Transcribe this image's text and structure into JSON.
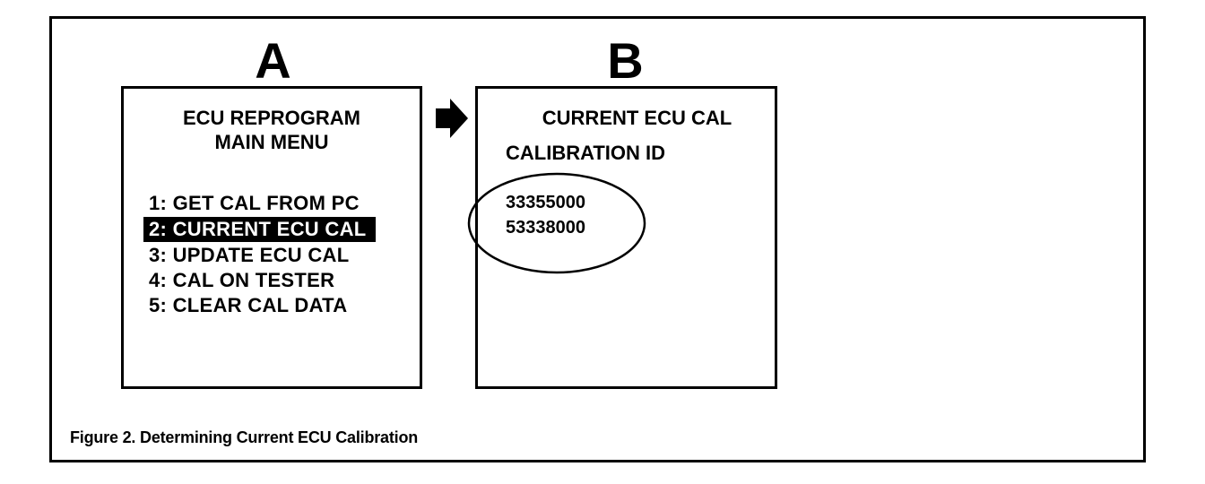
{
  "panel_a": {
    "letter": "A",
    "title_line1": "ECU REPROGRAM",
    "title_line2": "MAIN MENU",
    "menu_items": [
      "1: GET CAL FROM PC",
      "2: CURRENT ECU CAL",
      "3: UPDATE ECU CAL",
      "4: CAL ON TESTER",
      "5: CLEAR CAL DATA"
    ],
    "selected_index": 1
  },
  "panel_b": {
    "letter": "B",
    "title": "CURRENT ECU CAL",
    "label": "CALIBRATION ID",
    "ids": [
      "33355000",
      "53338000"
    ]
  },
  "arrow_icon": "right-arrow-icon",
  "caption": "Figure 2. Determining Current ECU Calibration",
  "colors": {
    "ink": "#000000",
    "paper": "#ffffff"
  }
}
